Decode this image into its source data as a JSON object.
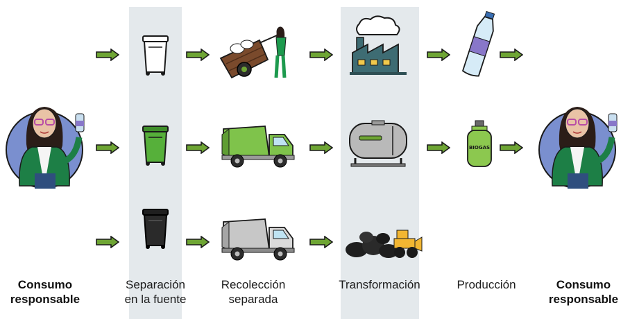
{
  "colors": {
    "arrow": "#6ea534",
    "arrow_outline": "#1a1a1a",
    "band": "#e4e9ec",
    "bin_white": "#ffffff",
    "bin_green": "#56b03a",
    "bin_black": "#2a2a2a",
    "truck_green": "#7fc34b",
    "truck_gray": "#c7c7c7",
    "factory": "#3e6c73",
    "bottle_label": "#8877c9",
    "gas_cylinder": "#8cc84f",
    "avatar_circle": "#7a8fcf"
  },
  "icons": {
    "consumer_left": "woman-holding-bottle-icon",
    "consumer_right": "woman-holding-bottle-icon",
    "bin_white": "white-trash-bin-icon",
    "bin_green": "green-trash-bin-icon",
    "bin_black": "black-trash-bin-icon",
    "cart": "woman-with-trash-cart-icon",
    "truck_green": "green-garbage-truck-icon",
    "truck_gray": "gray-garbage-truck-icon",
    "factory": "factory-icon",
    "tank": "biodigester-tank-icon",
    "landfill": "landfill-bulldozer-icon",
    "bottle": "plastic-bottle-icon",
    "biogas": "biogas-cylinder-icon"
  },
  "biogas_text": "BIOGAS",
  "labels": {
    "consumo_left": [
      "Consumo",
      "responsable"
    ],
    "separacion": [
      "Separación",
      "en la fuente"
    ],
    "recoleccion": [
      "Recolección",
      "separada"
    ],
    "transformacion": [
      "Transformación"
    ],
    "produccion": [
      "Producción"
    ],
    "consumo_right": [
      "Consumo",
      "responsable"
    ]
  }
}
